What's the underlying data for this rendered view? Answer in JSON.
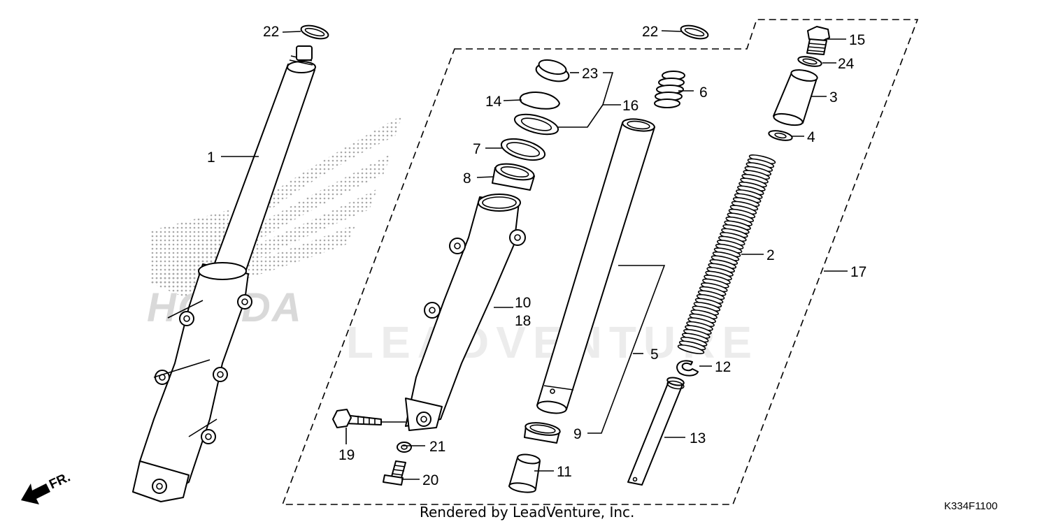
{
  "watermark": {
    "logo_text": "HONDA",
    "brand_text": "LEADVENTURE"
  },
  "callouts": {
    "c1": "1",
    "c2": "2",
    "c3": "3",
    "c4": "4",
    "c5": "5",
    "c6": "6",
    "c7": "7",
    "c8": "8",
    "c9": "9",
    "c10": "10",
    "c11": "11",
    "c12": "12",
    "c13": "13",
    "c14": "14",
    "c15": "15",
    "c16": "16",
    "c17": "17",
    "c18": "18",
    "c19": "19",
    "c20": "20",
    "c21": "21",
    "c22a": "22",
    "c22b": "22",
    "c23": "23",
    "c24": "24"
  },
  "direction_label": "FR.",
  "footer": {
    "rendered_by": "Rendered by LeadVenture, Inc.",
    "diagram_code": "K334F1100"
  }
}
